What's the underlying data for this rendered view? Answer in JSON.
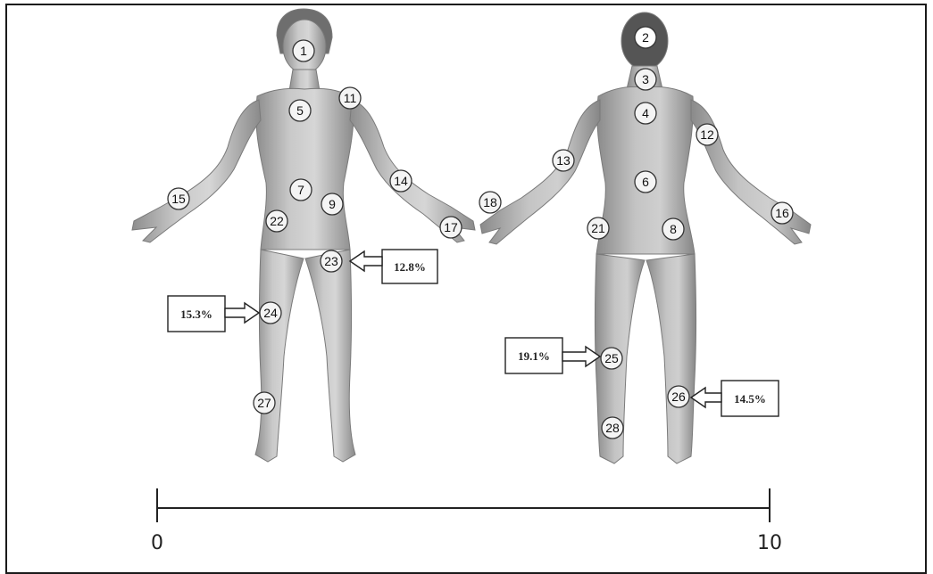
{
  "figure": {
    "site_markers": [
      {
        "id": "1"
      },
      {
        "id": "2"
      },
      {
        "id": "3"
      },
      {
        "id": "4"
      },
      {
        "id": "5"
      },
      {
        "id": "6"
      },
      {
        "id": "7"
      },
      {
        "id": "8"
      },
      {
        "id": "9"
      },
      {
        "id": "11"
      },
      {
        "id": "12"
      },
      {
        "id": "13"
      },
      {
        "id": "14"
      },
      {
        "id": "15"
      },
      {
        "id": "16"
      },
      {
        "id": "17"
      },
      {
        "id": "18"
      },
      {
        "id": "21"
      },
      {
        "id": "22"
      },
      {
        "id": "23"
      },
      {
        "id": "24"
      },
      {
        "id": "25"
      },
      {
        "id": "26"
      },
      {
        "id": "27"
      },
      {
        "id": "28"
      }
    ],
    "callouts": [
      {
        "site": "23",
        "value": "12.8%"
      },
      {
        "site": "24",
        "value": "15.3%"
      },
      {
        "site": "25",
        "value": "19.1%"
      },
      {
        "site": "26",
        "value": "14.5%"
      }
    ],
    "scale": {
      "min_label": "0",
      "max_label": "10"
    }
  }
}
